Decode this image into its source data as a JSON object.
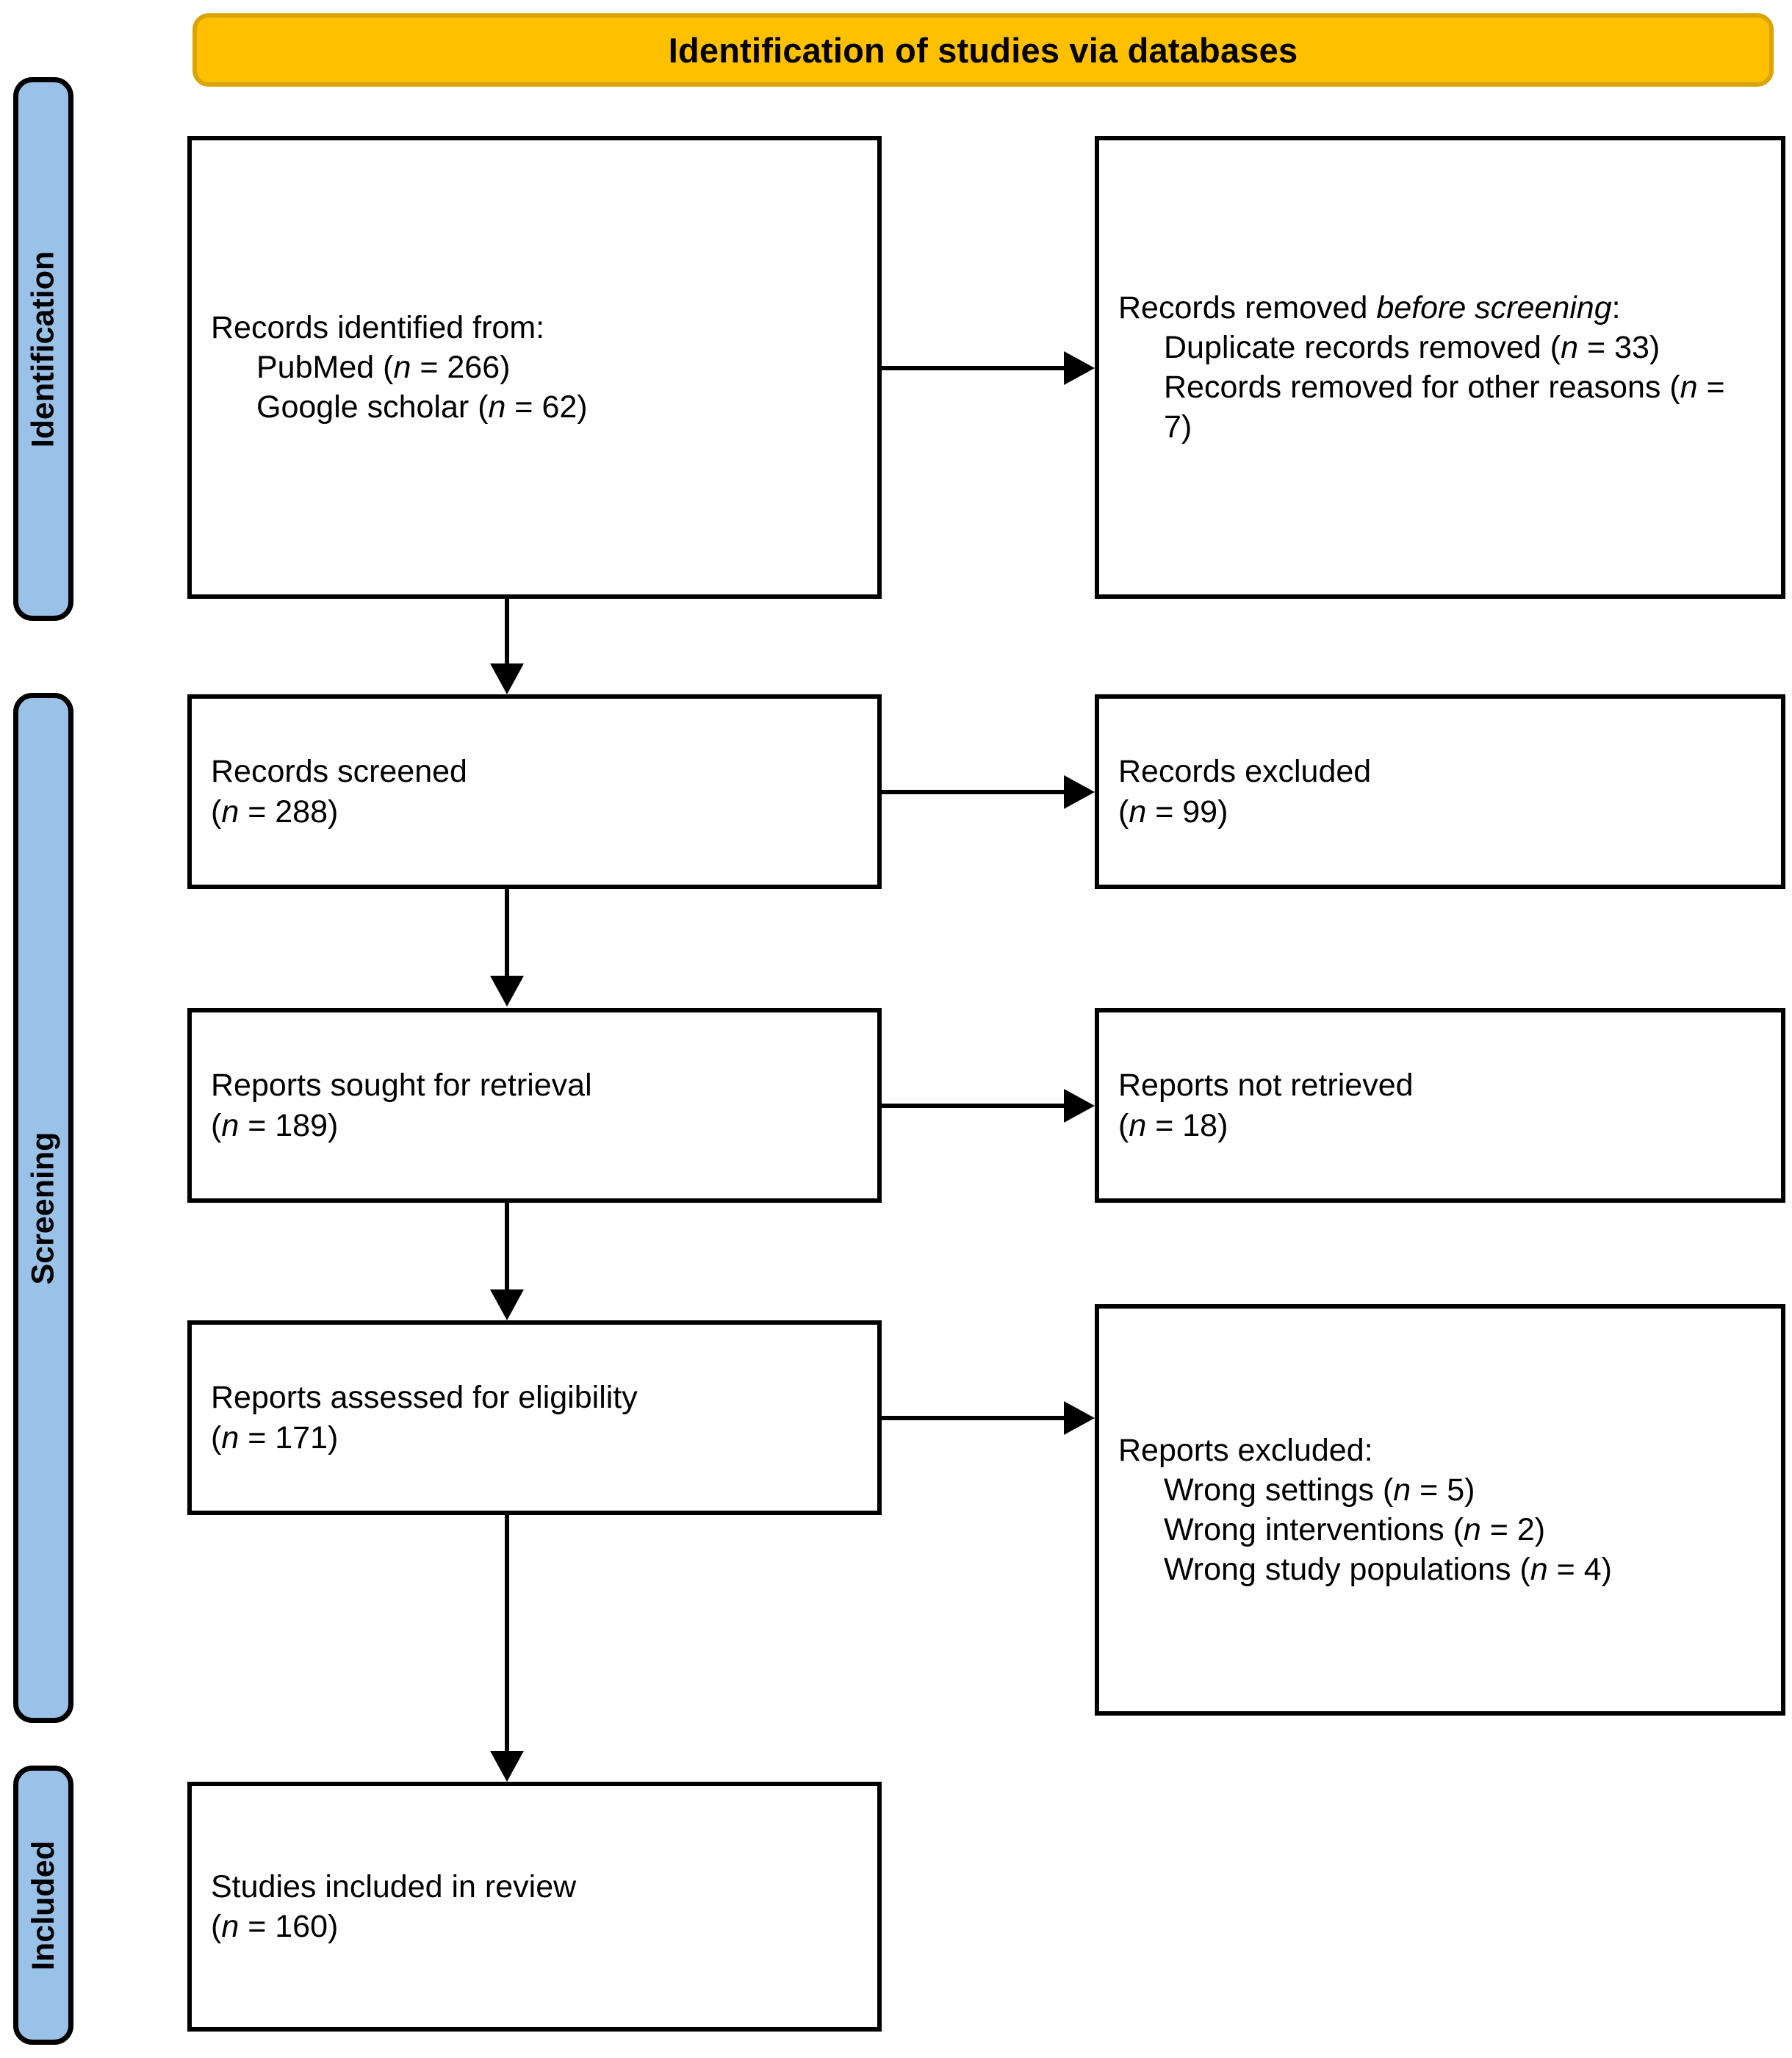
{
  "banner": {
    "title": "Identification of studies via databases"
  },
  "stages": [
    {
      "label": "Identification"
    },
    {
      "label": "Screening"
    },
    {
      "label": "Included"
    }
  ],
  "boxes": {
    "identified": {
      "title": "Records identified from:",
      "sources": [
        {
          "name": "PubMed",
          "n_label": "(n = 266)",
          "n": 266
        },
        {
          "name": "Google scholar",
          "n_label": "(n = 62)",
          "n": 62
        }
      ]
    },
    "removed_before_screening": {
      "title_plain": "Records removed ",
      "title_italic": "before screening",
      "title_colon": ":",
      "reasons": [
        {
          "label": "Duplicate records removed",
          "n_label": "(n = 33)",
          "n": 33
        },
        {
          "label": "Records removed for other reasons",
          "n_label": "(n = 7)",
          "n": 7
        }
      ]
    },
    "screened": {
      "title": "Records screened",
      "n_label": "(n = 288)",
      "n": 288
    },
    "records_excluded": {
      "title": "Records excluded",
      "n_label": "(n = 99)",
      "n": 99
    },
    "sought": {
      "title": "Reports sought for retrieval",
      "n_label": "(n = 189)",
      "n": 189
    },
    "not_retrieved": {
      "title": "Reports not retrieved",
      "n_label": "(n = 18)",
      "n": 18
    },
    "assessed": {
      "title": "Reports assessed for eligibility",
      "n_label": "(n = 171)",
      "n": 171
    },
    "reports_excluded": {
      "title": "Reports excluded:",
      "reasons": [
        {
          "label": "Wrong settings",
          "n_label": "(n = 5)",
          "n": 5
        },
        {
          "label": "Wrong interventions",
          "n_label": "(n = 2)",
          "n": 2
        },
        {
          "label": "Wrong study populations",
          "n_label": "(n = 4)",
          "n": 4
        }
      ]
    },
    "included": {
      "title": "Studies included in review",
      "n_label": "(n = 160)",
      "n": 160
    }
  },
  "colors": {
    "banner_fill": "#FFC000",
    "banner_border": "#D9A404",
    "stage_fill": "#9AC1E8",
    "box_border": "#000000",
    "text": "#000000"
  }
}
